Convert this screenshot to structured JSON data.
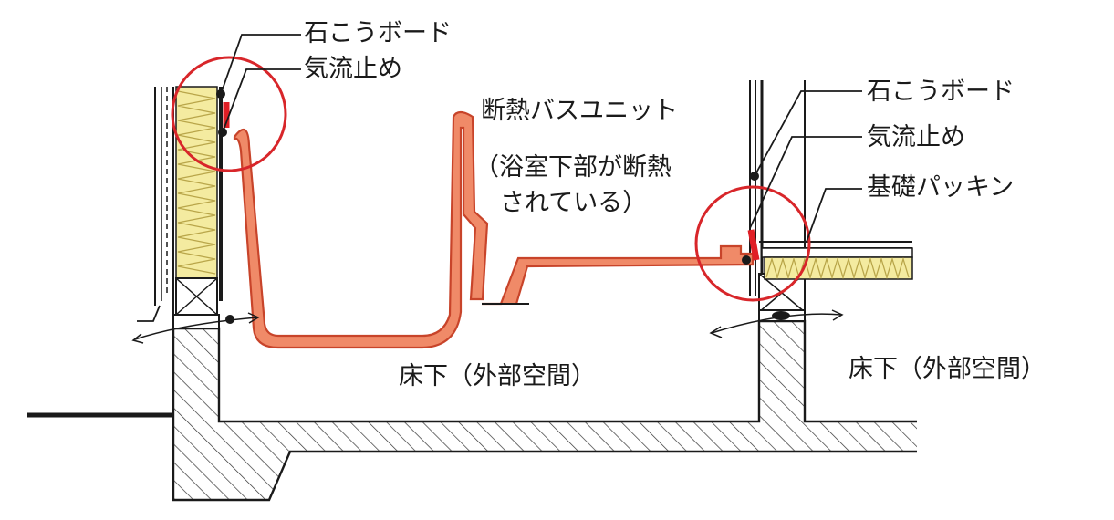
{
  "labels": {
    "left_gypsum": "石こうボード",
    "left_airstop": "気流止め",
    "bath_unit": "断熱バスユニット",
    "bath_note_1": "（浴室下部が断熱",
    "bath_note_2": "されている）",
    "right_gypsum": "石こうボード",
    "right_airstop": "気流止め",
    "right_packing": "基礎パッキン",
    "underfloor_left": "床下（外部空間）",
    "underfloor_right": "床下（外部空間）"
  },
  "colors": {
    "line": "#1a1a1a",
    "tub_fill": "#f08a68",
    "tub_stroke": "#c8442a",
    "highlight_circle": "#d8262a",
    "airstop_red": "#e01f26",
    "insulation_fill": "#f4eba0",
    "insulation_zigzag": "#b9a64a",
    "hatch": "#333333"
  }
}
